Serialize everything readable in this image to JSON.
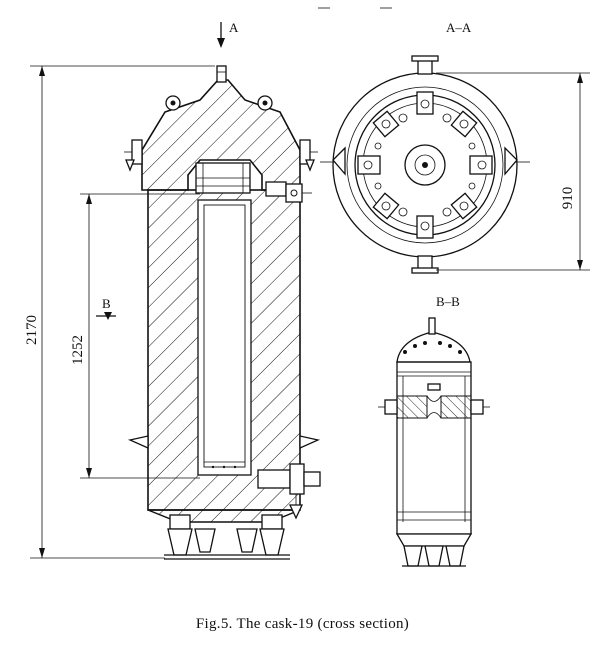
{
  "labels": {
    "view_a": "A",
    "section_aa": "A–A",
    "section_b": "B",
    "section_bb": "B–B"
  },
  "dimensions": {
    "overall_height": "2170",
    "inner_height": "1252",
    "diameter": "910"
  },
  "caption": "Fig.5. The cask-19 (cross section)"
}
